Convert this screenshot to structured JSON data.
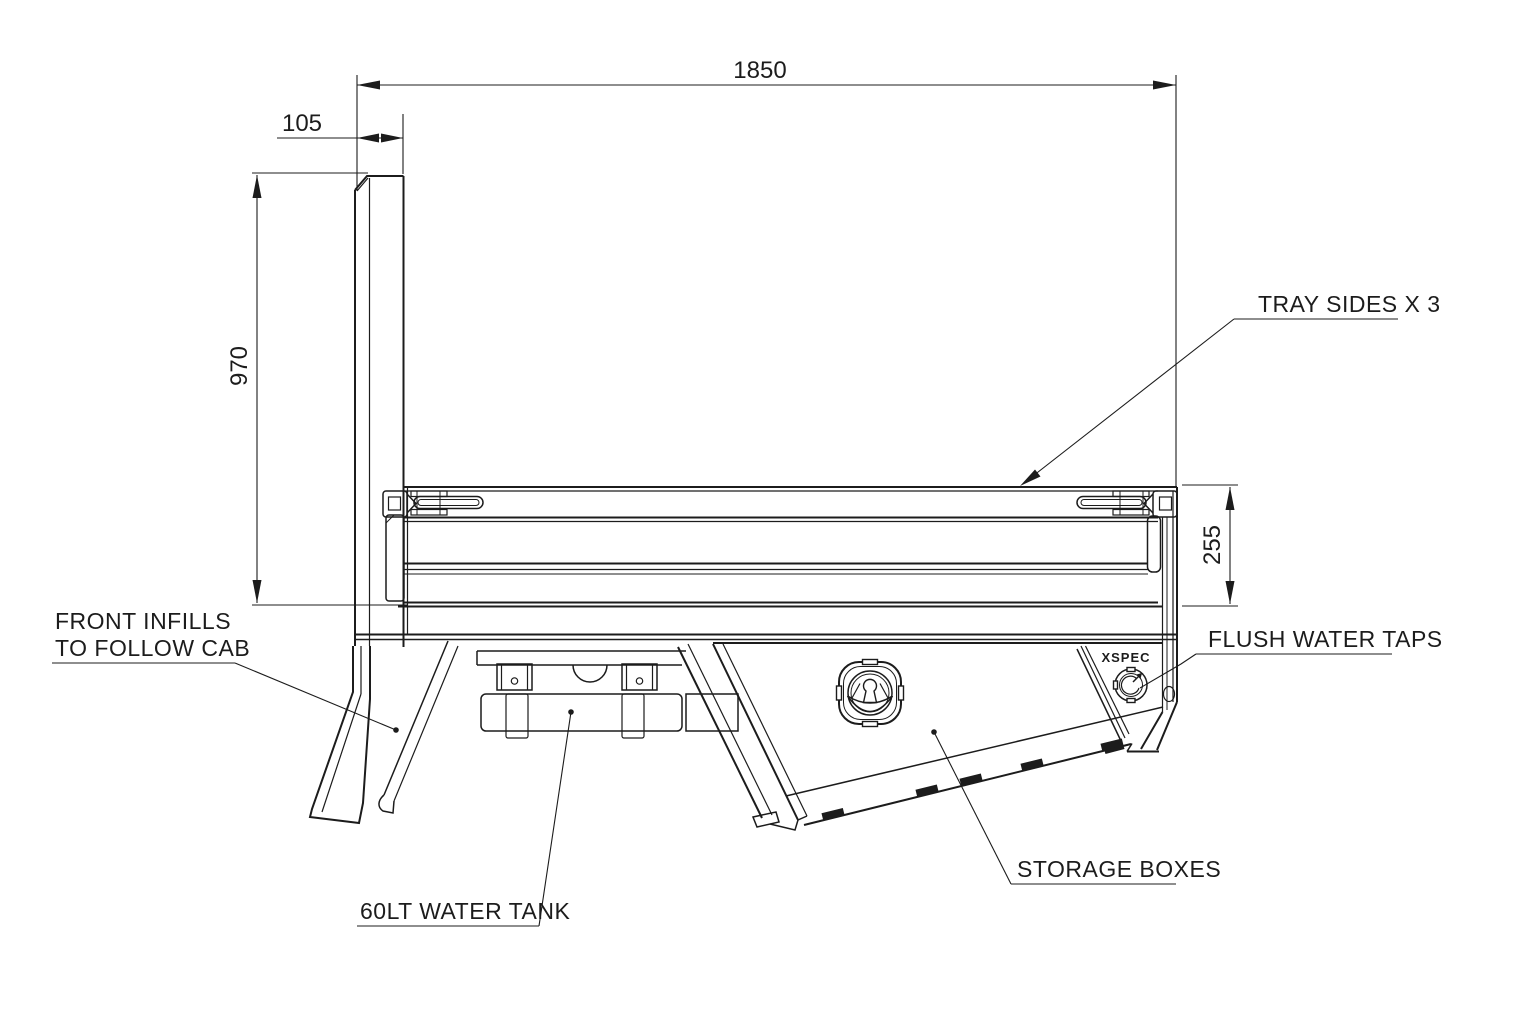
{
  "page": {
    "background": "#ffffff",
    "line_color": "#1c1c1c"
  },
  "dimensions": {
    "overall_length": "1850",
    "headboard_offset": "105",
    "headboard_height": "970",
    "tray_side_height": "255"
  },
  "callouts": {
    "tray_sides": "TRAY SIDES X 3",
    "front_infills_line1": "FRONT INFILLS",
    "front_infills_line2": "TO FOLLOW CAB",
    "water_tank": "60LT WATER TANK",
    "storage_boxes": "STORAGE BOXES",
    "flush_water_taps": "FLUSH WATER TAPS"
  },
  "branding": {
    "logo": "XSPEC"
  }
}
